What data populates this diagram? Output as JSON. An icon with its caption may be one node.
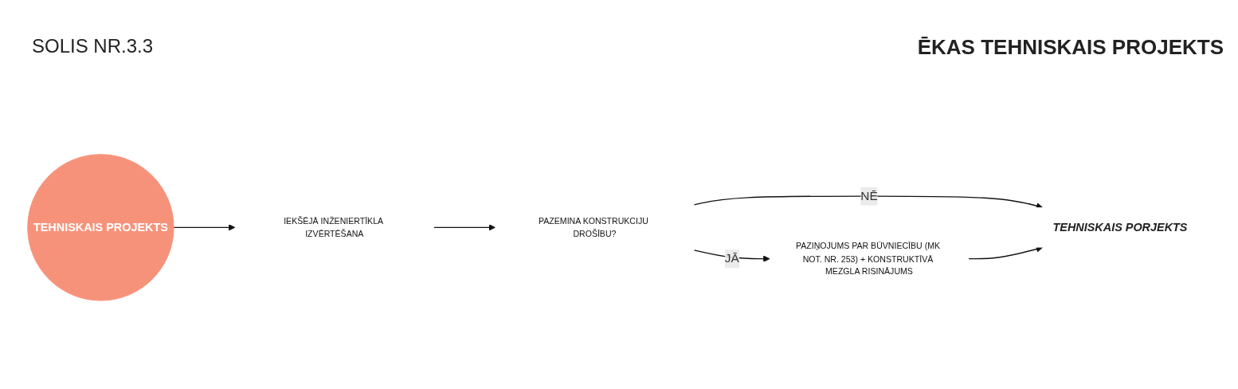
{
  "diagram": {
    "title": "ĒKAS TEHNISKAIS PROJEKTS",
    "nodes": [
      {
        "text": [
          "TEHNISKAIS PROJEKTS"
        ]
      },
      {
        "text": [
          "IEKŠĒJĀ INŽENIERTĪKLA IZVĒRTĒŠANA"
        ]
      },
      {
        "text": [
          "PAZEMINA KONSTRUKCIJU DROŠĪBU?"
        ]
      },
      {
        "text": [
          "PAZIŅOJUMS PAR BŪVNIECĪBU (MK NOT. NR. 253) + KONSTRUKTĪVĀ MEZGLA RISINĀJUMS"
        ]
      },
      {
        "text": [
          "TEHNISKAIS PORJEKTS"
        ]
      }
    ],
    "edges": [
      {
        "from": 0,
        "to": 1,
        "arrow": "to"
      },
      {
        "from": 1,
        "to": 2,
        "arrow": "to"
      },
      {
        "from": 2,
        "to": 4,
        "label": "NĒ",
        "arrow": "to"
      },
      {
        "from": 2,
        "to": 3,
        "label": "JĀ",
        "arrow": "to"
      },
      {
        "from": 3,
        "to": 4,
        "arrow": "to"
      }
    ],
    "labels": [
      "SOLIS NR.3.3"
    ]
  }
}
